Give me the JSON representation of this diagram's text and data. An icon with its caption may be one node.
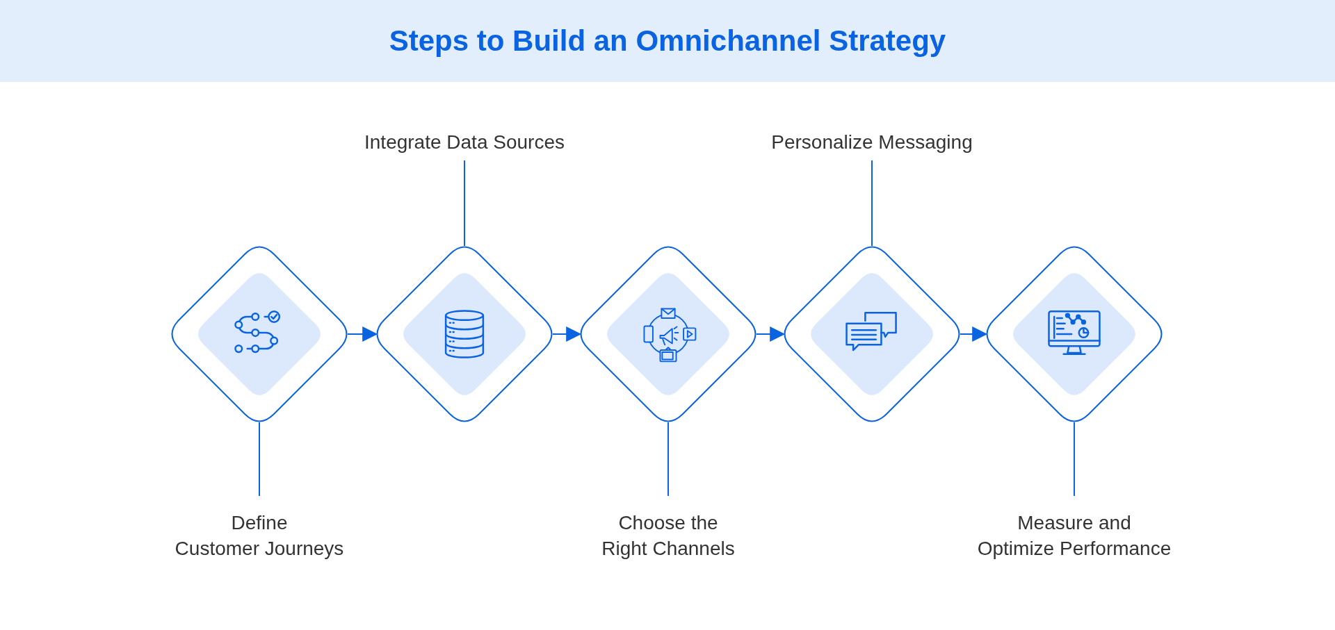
{
  "diagram": {
    "title": "Steps to Build an Omnichannel Strategy",
    "nodes": [
      {
        "text": [],
        "shape": "diamond"
      },
      {
        "text": [],
        "shape": "diamond"
      },
      {
        "text": [],
        "shape": "diamond"
      },
      {
        "text": [],
        "shape": "diamond"
      },
      {
        "text": [],
        "shape": "diamond"
      },
      {
        "text": [
          "Integrate Data Sources"
        ]
      },
      {
        "text": [
          "Personalize Messaging"
        ]
      },
      {
        "text": [
          "Define Customer Journeys"
        ]
      },
      {
        "text": [
          "Choose the Right Channels"
        ]
      },
      {
        "text": [
          "Measure and Optimize Performance"
        ]
      }
    ],
    "edges": [
      {
        "from": 0,
        "to": 1,
        "arrow": "to"
      },
      {
        "from": 1,
        "to": 2,
        "arrow": "to"
      },
      {
        "from": 2,
        "to": 3,
        "arrow": "to"
      },
      {
        "from": 3,
        "to": 4,
        "arrow": "to"
      },
      {
        "from": 5,
        "to": 1,
        "arrow": "none"
      },
      {
        "from": 6,
        "to": 3,
        "arrow": "none"
      },
      {
        "from": 7,
        "to": 0,
        "arrow": "none"
      },
      {
        "from": 8,
        "to": 2,
        "arrow": "none"
      },
      {
        "from": 9,
        "to": 4,
        "arrow": "none"
      }
    ]
  }
}
